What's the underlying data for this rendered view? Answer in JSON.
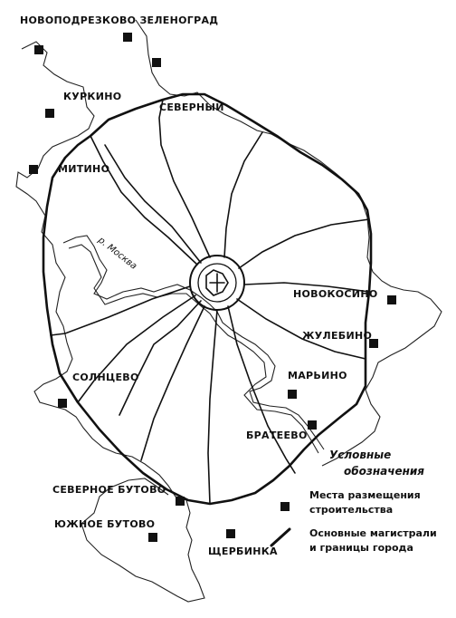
{
  "places": {
    "novopodrezkovo_zelenograd": "НОВОПОДРЕЗКОВО ЗЕЛЕНОГРАД",
    "kurkino": "КУРКИНО",
    "severny": "СЕВЕРНЫЙ",
    "mitino": "МИТИНО",
    "river": "р. Москва",
    "novokosino": "НОВОКОСИНО",
    "zhulebino": "ЖУЛЕБИНО",
    "solntsevo": "СОЛНЦЕВО",
    "maryino": "МАРЬИНО",
    "brateevo": "БРАТЕЕВО",
    "severnoe_butovo": "СЕВЕРНОЕ БУТОВО",
    "yuzhnoe_butovo": "ЮЖНОЕ БУТОВО",
    "shcherbinka": "ЩЕРБИНКА"
  },
  "legend": {
    "title_line1": "Условные",
    "title_line2": "обозначения",
    "sites_line1": "Места размещения",
    "sites_line2": "строительства",
    "roads_line1": "Основные магистрали",
    "roads_line2": "и границы города"
  },
  "colors": {
    "ink": "#111111",
    "paper": "#ffffff"
  }
}
